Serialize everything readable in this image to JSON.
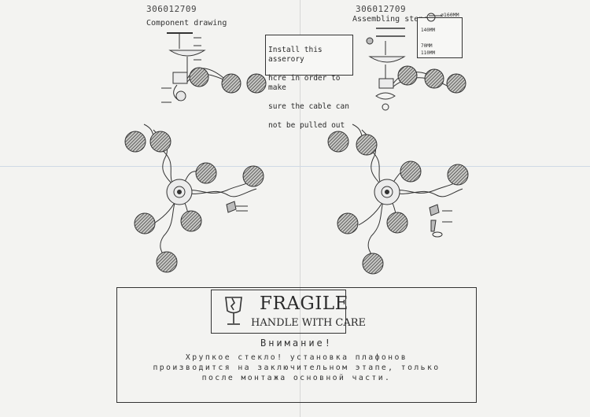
{
  "left_panel": {
    "doc_number": "306012709",
    "title": "Component drawing"
  },
  "right_panel": {
    "doc_number": "306012709",
    "title": "Assembling steps",
    "note_lines": [
      "Install this asserory",
      "hcre in order to make",
      "sure the cable can",
      "not be pulled out"
    ],
    "dimensions": {
      "diameter": "ø160MM",
      "d1": "140MM",
      "d2": "70MM",
      "d3": "110MM"
    }
  },
  "warning": {
    "fragile": "FRAGILE",
    "handle": "HANDLE WITH CARE",
    "attention": "Внимание!",
    "body_lines": [
      "Хрупкое стекло! установка плафонов",
      "производится на заключительном этапе, только",
      "после монтажа основной части."
    ]
  }
}
